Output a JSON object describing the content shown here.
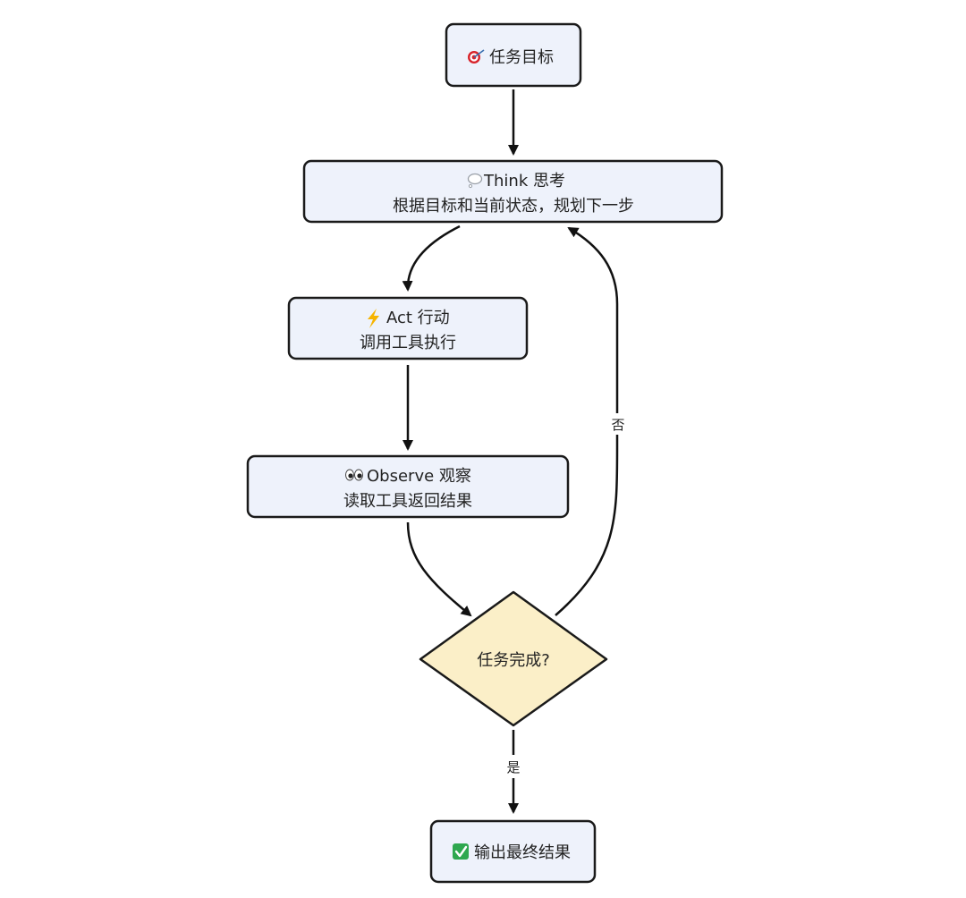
{
  "diagram": {
    "nodes": {
      "goal": {
        "icon": "target-icon",
        "label": "任务目标"
      },
      "think": {
        "icon": "thought-bubble-icon",
        "title": "Think 思考",
        "desc": "根据目标和当前状态，规划下一步"
      },
      "act": {
        "icon": "lightning-icon",
        "title": "Act 行动",
        "desc": "调用工具执行"
      },
      "observe": {
        "icon": "eyes-icon",
        "title": "Observe 观察",
        "desc": "读取工具返回结果"
      },
      "decision": {
        "label": "任务完成?"
      },
      "output": {
        "icon": "check-mark-icon",
        "label": "输出最终结果"
      }
    },
    "edges": {
      "no_label": "否",
      "yes_label": "是"
    },
    "colors": {
      "node_fill": "#EEF2FB",
      "node_stroke": "#1A1A1A",
      "decision_fill": "#FBEFC8",
      "check_green": "#2FA84F",
      "lightning_yellow": "#F6B400",
      "target_red": "#D8232A",
      "arrow": "#111111"
    }
  }
}
